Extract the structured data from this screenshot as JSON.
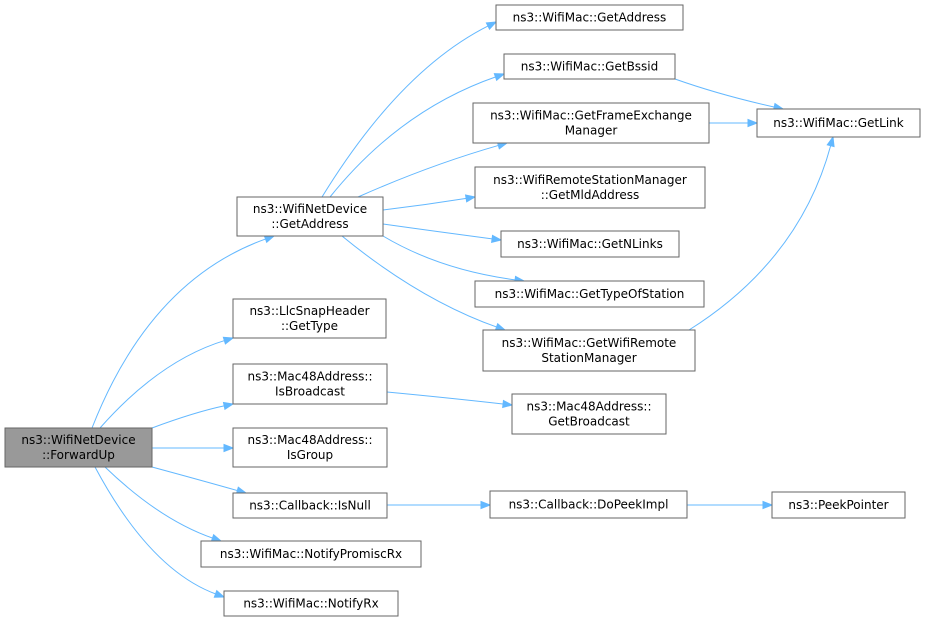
{
  "nodes": [
    {
      "id": "forwardup",
      "lines": [
        "ns3::WifiNetDevice",
        "::ForwardUp"
      ],
      "root": true
    },
    {
      "id": "netdev_getaddress",
      "lines": [
        "ns3::WifiNetDevice",
        "::GetAddress"
      ]
    },
    {
      "id": "llc_gettype",
      "lines": [
        "ns3::LlcSnapHeader",
        "::GetType"
      ]
    },
    {
      "id": "mac48_isbroadcast",
      "lines": [
        "ns3::Mac48Address::",
        "IsBroadcast"
      ]
    },
    {
      "id": "mac48_isgroup",
      "lines": [
        "ns3::Mac48Address::",
        "IsGroup"
      ]
    },
    {
      "id": "callback_isnull",
      "lines": [
        "ns3::Callback::IsNull"
      ]
    },
    {
      "id": "notifypromiscrx",
      "lines": [
        "ns3::WifiMac::NotifyPromiscRx"
      ]
    },
    {
      "id": "notifyrx",
      "lines": [
        "ns3::WifiMac::NotifyRx"
      ]
    },
    {
      "id": "wifimac_getaddress",
      "lines": [
        "ns3::WifiMac::GetAddress"
      ]
    },
    {
      "id": "getbssid",
      "lines": [
        "ns3::WifiMac::GetBssid"
      ]
    },
    {
      "id": "getfem",
      "lines": [
        "ns3::WifiMac::GetFrameExchange",
        "Manager"
      ]
    },
    {
      "id": "getmldaddress",
      "lines": [
        "ns3::WifiRemoteStationManager",
        "::GetMldAddress"
      ]
    },
    {
      "id": "getnlinks",
      "lines": [
        "ns3::WifiMac::GetNLinks"
      ]
    },
    {
      "id": "gettypeofstation",
      "lines": [
        "ns3::WifiMac::GetTypeOfStation"
      ]
    },
    {
      "id": "getwrsm",
      "lines": [
        "ns3::WifiMac::GetWifiRemote",
        "StationManager"
      ]
    },
    {
      "id": "getlink",
      "lines": [
        "ns3::WifiMac::GetLink"
      ]
    },
    {
      "id": "getbroadcast",
      "lines": [
        "ns3::Mac48Address::",
        "GetBroadcast"
      ]
    },
    {
      "id": "dopeekimpl",
      "lines": [
        "ns3::Callback::DoPeekImpl"
      ]
    },
    {
      "id": "peekpointer",
      "lines": [
        "ns3::PeekPointer"
      ]
    }
  ],
  "edges": [
    {
      "from": "forwardup",
      "to": "netdev_getaddress"
    },
    {
      "from": "forwardup",
      "to": "llc_gettype"
    },
    {
      "from": "forwardup",
      "to": "mac48_isbroadcast"
    },
    {
      "from": "forwardup",
      "to": "mac48_isgroup"
    },
    {
      "from": "forwardup",
      "to": "callback_isnull"
    },
    {
      "from": "forwardup",
      "to": "notifypromiscrx"
    },
    {
      "from": "forwardup",
      "to": "notifyrx"
    },
    {
      "from": "netdev_getaddress",
      "to": "wifimac_getaddress"
    },
    {
      "from": "netdev_getaddress",
      "to": "getbssid"
    },
    {
      "from": "netdev_getaddress",
      "to": "getfem"
    },
    {
      "from": "netdev_getaddress",
      "to": "getmldaddress"
    },
    {
      "from": "netdev_getaddress",
      "to": "getnlinks"
    },
    {
      "from": "netdev_getaddress",
      "to": "gettypeofstation"
    },
    {
      "from": "netdev_getaddress",
      "to": "getwrsm"
    },
    {
      "from": "getbssid",
      "to": "getlink"
    },
    {
      "from": "getfem",
      "to": "getlink"
    },
    {
      "from": "getwrsm",
      "to": "getlink"
    },
    {
      "from": "mac48_isbroadcast",
      "to": "getbroadcast"
    },
    {
      "from": "callback_isnull",
      "to": "dopeekimpl"
    },
    {
      "from": "dopeekimpl",
      "to": "peekpointer"
    }
  ],
  "colors": {
    "edge": "#63b8ff",
    "node_border": "#666666",
    "root_fill": "#999999",
    "node_fill": "#ffffff"
  }
}
